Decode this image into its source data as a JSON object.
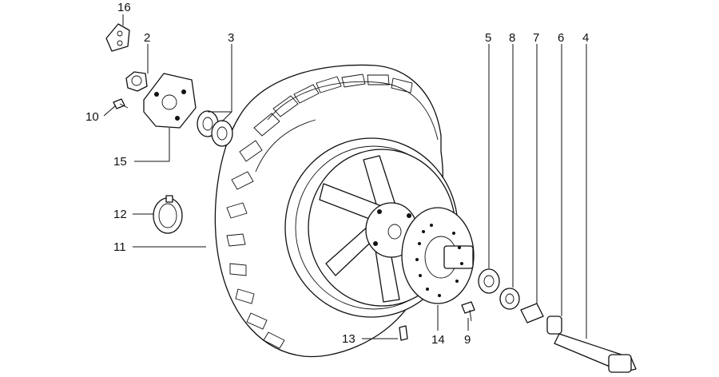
{
  "diagram": {
    "callouts": [
      {
        "id": "16",
        "label": "16"
      },
      {
        "id": "2",
        "label": "2"
      },
      {
        "id": "3",
        "label": "3"
      },
      {
        "id": "10",
        "label": "10"
      },
      {
        "id": "15",
        "label": "15"
      },
      {
        "id": "12",
        "label": "12"
      },
      {
        "id": "11",
        "label": "11"
      },
      {
        "id": "13",
        "label": "13"
      },
      {
        "id": "14",
        "label": "14"
      },
      {
        "id": "9",
        "label": "9"
      },
      {
        "id": "5",
        "label": "5"
      },
      {
        "id": "8",
        "label": "8"
      },
      {
        "id": "7",
        "label": "7"
      },
      {
        "id": "6",
        "label": "6"
      },
      {
        "id": "4",
        "label": "4"
      }
    ]
  }
}
